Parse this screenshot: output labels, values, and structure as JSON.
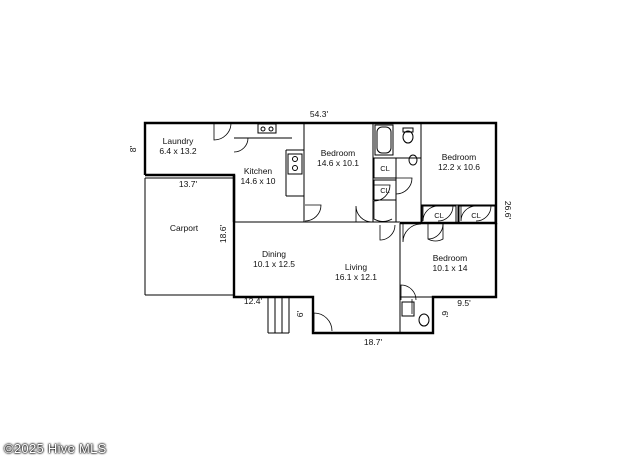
{
  "floorplan": {
    "overall_width": "54.3'",
    "overall_depth": "26.6'",
    "rooms": [
      {
        "name": "Laundry",
        "size": "6.4 x 13.2"
      },
      {
        "name": "Kitchen",
        "size": "14.6 x 10"
      },
      {
        "name": "Bedroom",
        "size": "14.6 x 10.1"
      },
      {
        "name": "Bedroom",
        "size": "12.2 x 10.6"
      },
      {
        "name": "Carport",
        "size": ""
      },
      {
        "name": "Dining",
        "size": "10.1 x 12.5"
      },
      {
        "name": "Living",
        "size": "16.1 x 12.1"
      },
      {
        "name": "Bedroom",
        "size": "10.1 x 14"
      }
    ],
    "dimensions": {
      "laundry_height": "8'",
      "carport_width": "13.7'",
      "carport_depth": "18.6'",
      "porch_width": "12.4'",
      "porch_depth": "6'",
      "front_width": "18.7'",
      "bath_width": "9.5'",
      "bath_depth": "6'"
    },
    "closet_label": "CL"
  },
  "watermark": "©2025 Hive MLS"
}
